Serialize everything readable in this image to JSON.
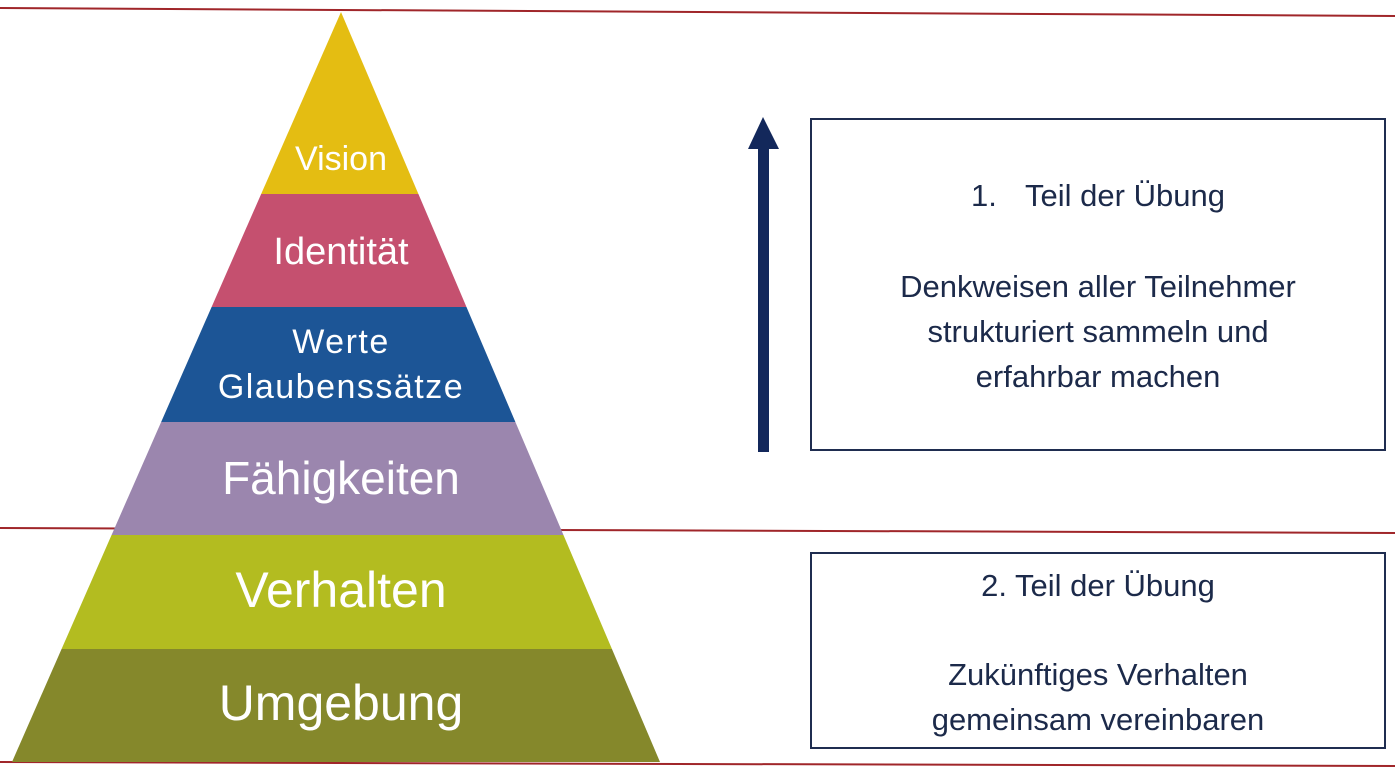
{
  "pyramid": {
    "levels": [
      {
        "id": "vision",
        "lines": [
          "Vision"
        ],
        "color": "#e4bd12"
      },
      {
        "id": "identitaet",
        "lines": [
          "Identität"
        ],
        "color": "#c5506f"
      },
      {
        "id": "werte",
        "lines": [
          "Werte",
          "Glaubenssätze"
        ],
        "color": "#1c5596"
      },
      {
        "id": "faehigkeiten",
        "lines": [
          "Fähigkeiten"
        ],
        "color": "#9b86ae"
      },
      {
        "id": "verhalten",
        "lines": [
          "Verhalten"
        ],
        "color": "#b3bc20"
      },
      {
        "id": "umgebung",
        "lines": [
          "Umgebung"
        ],
        "color": "#85882b"
      }
    ]
  },
  "colors": {
    "divider": "#a0262a",
    "arrow": "#13285b",
    "box_border": "#1f2d50",
    "text": "#1c2a4a",
    "label": "#ffffff"
  },
  "part1": {
    "number": "1.",
    "heading": "Teil der Übung",
    "body": [
      "Denkweisen aller Teilnehmer",
      "strukturiert sammeln und",
      "erfahrbar machen"
    ]
  },
  "part2": {
    "heading": "2. Teil der Übung",
    "body": [
      "Zukünftiges Verhalten",
      "gemeinsam vereinbaren"
    ]
  }
}
